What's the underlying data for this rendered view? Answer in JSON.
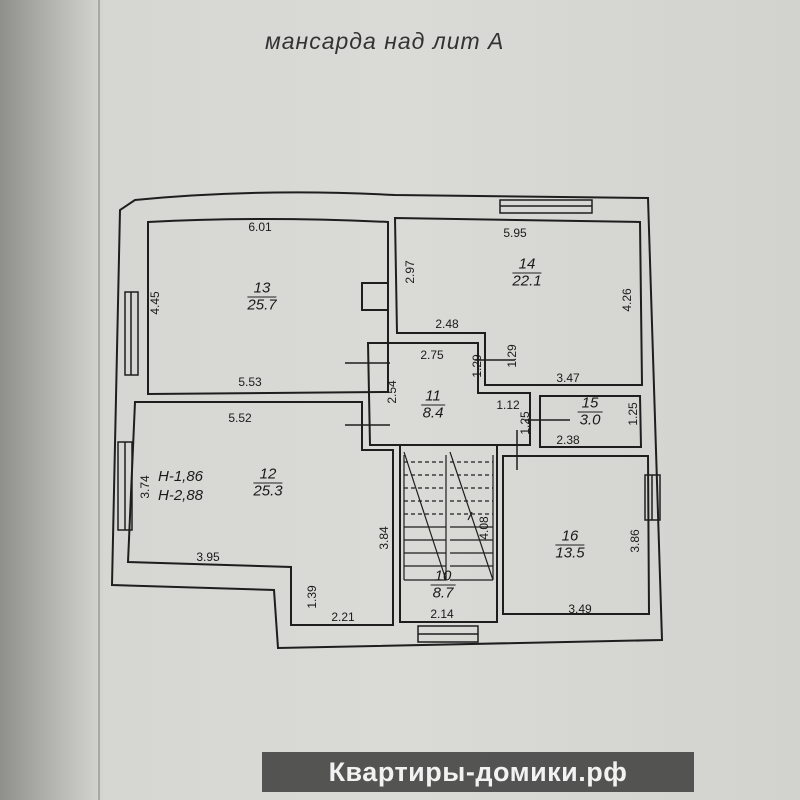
{
  "title": "мансарда над лит А",
  "rooms": [
    {
      "number": "13",
      "area": "25.7"
    },
    {
      "number": "14",
      "area": "22.1"
    },
    {
      "number": "11",
      "area": "8.4"
    },
    {
      "number": "15",
      "area": "3.0"
    },
    {
      "number": "12",
      "area": "25.3"
    },
    {
      "number": "10",
      "area": "8.7"
    },
    {
      "number": "16",
      "area": "13.5"
    }
  ],
  "heights": [
    "Н-1,86",
    "Н-2,88"
  ],
  "dimensions": {
    "horizontal": [
      "6.01",
      "5.95",
      "2.48",
      "2.75",
      "3.47",
      "5.53",
      "5.52",
      "1.12",
      "2.38",
      "3.95",
      "2.21",
      "2.14",
      "3.49"
    ],
    "vertical": [
      "2.97",
      "4.45",
      "4.26",
      "1.29",
      "1.29",
      "2.54",
      "1.25",
      "1.25",
      "3.74",
      "3.84",
      "4.08",
      "3.86",
      "1.39"
    ]
  },
  "watermark": "Квартиры-домики.рф"
}
